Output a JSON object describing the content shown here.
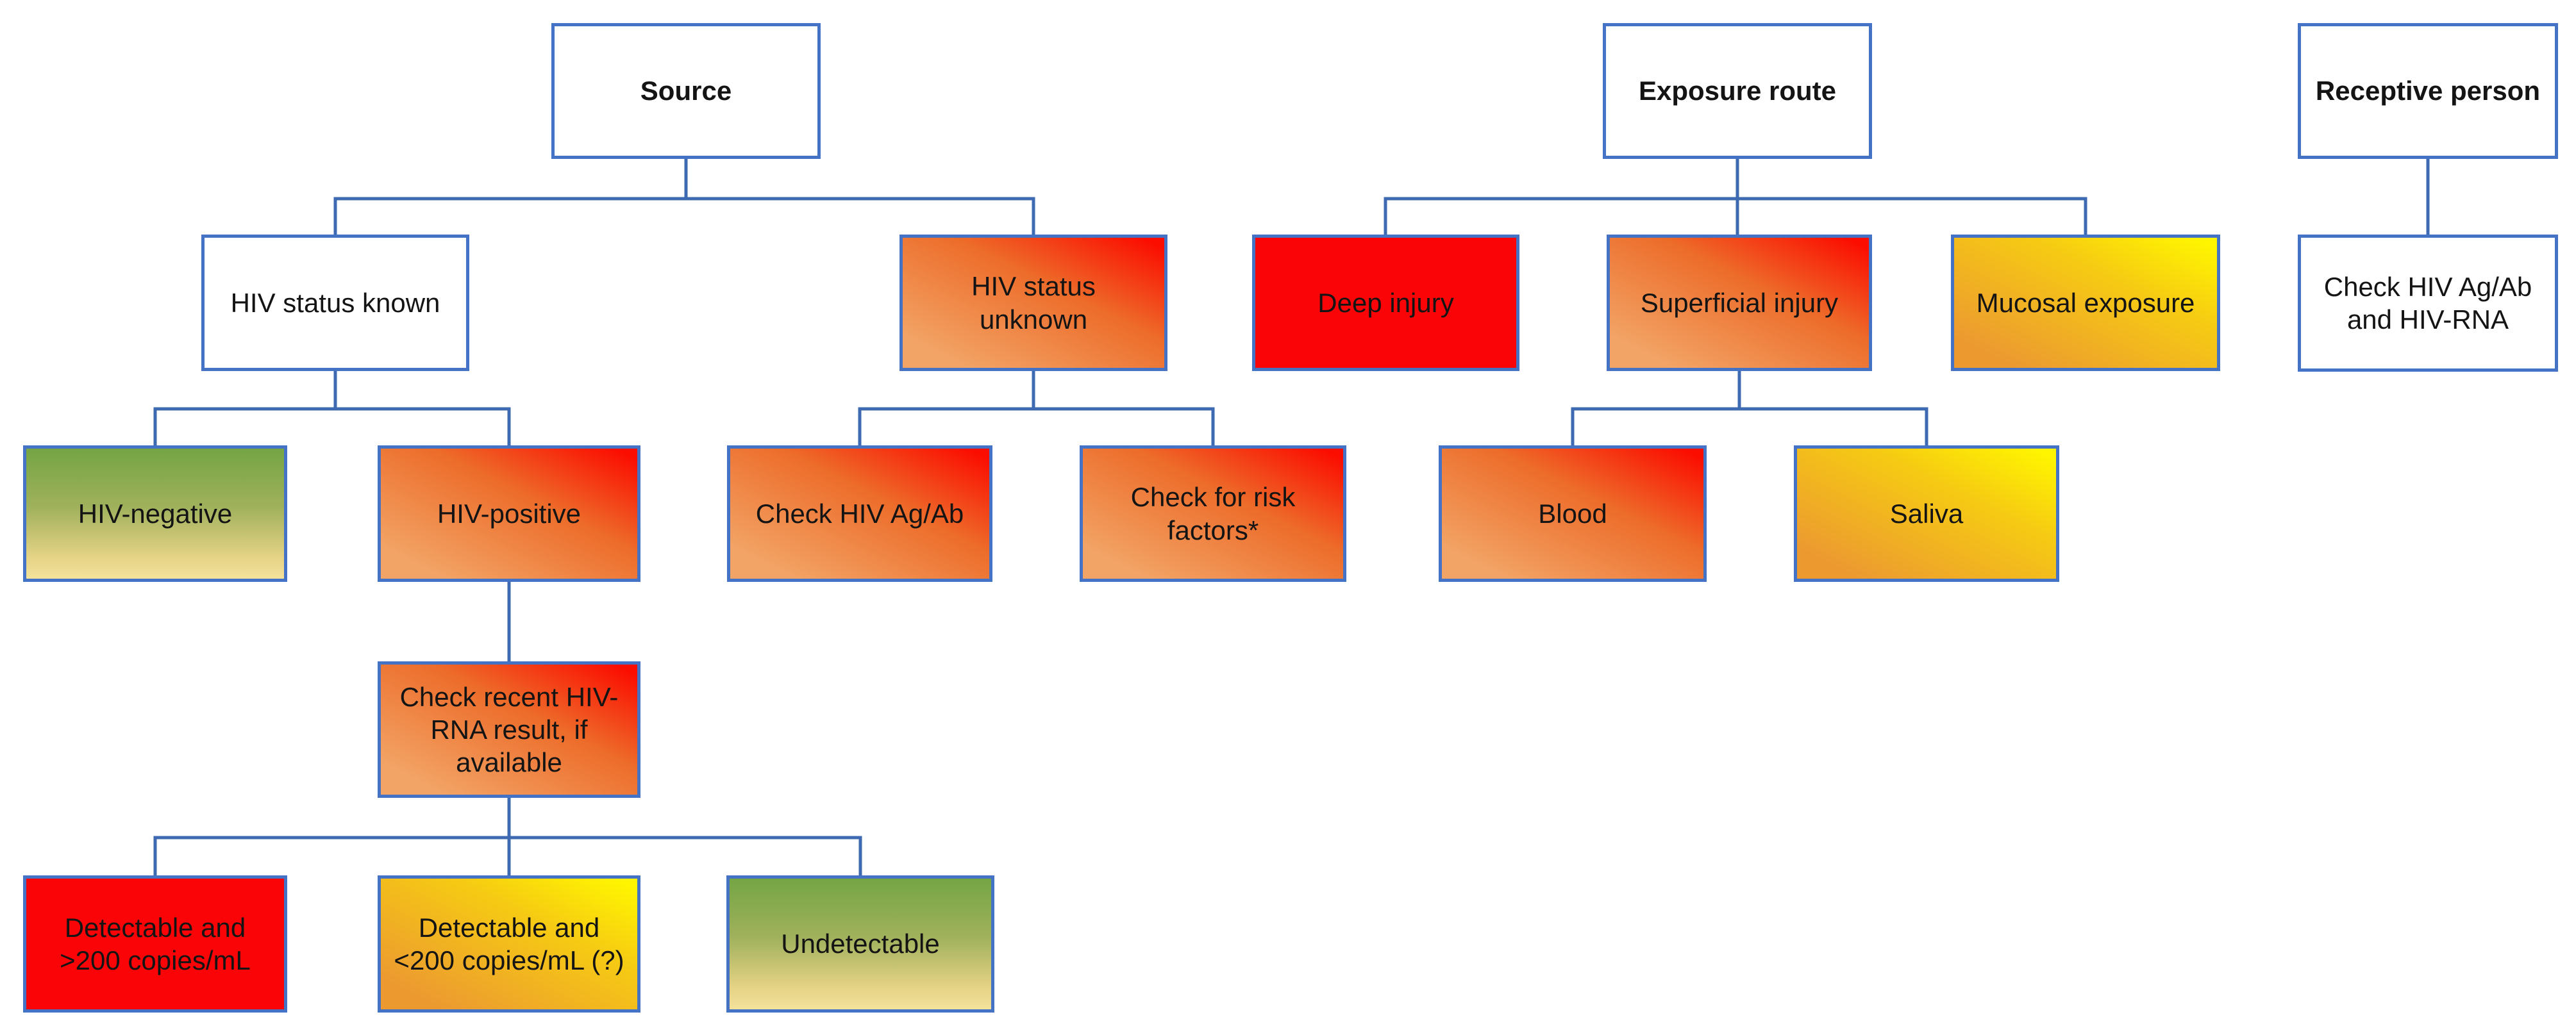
{
  "diagram": {
    "type": "flowchart",
    "background": "#FFFFFF",
    "colors": {
      "box_border": "#4472C4",
      "connector": "#3D6AB1",
      "text": "#141414",
      "solid_red": "#FB0408",
      "gradient_red_low": "#F2A466",
      "gradient_red_high": "#FB0D00",
      "gradient_yellow_low": "#EC9A30",
      "gradient_yellow_high": "#FFF500",
      "gradient_green_top": "#74A544",
      "gradient_green_bottom": "#F4E29C",
      "white_fill": "#FFFFFF"
    }
  },
  "nodes": {
    "source": {
      "label": "Source"
    },
    "exposure_route": {
      "label": "Exposure route"
    },
    "receptive_person": {
      "label": "Receptive person"
    },
    "hiv_status_known": {
      "label": "HIV status known"
    },
    "hiv_status_unknown": {
      "label": "HIV status\nunknown"
    },
    "deep_injury": {
      "label": "Deep injury"
    },
    "superficial_injury": {
      "label": "Superficial injury"
    },
    "mucosal_exposure": {
      "label": "Mucosal exposure"
    },
    "check_agab_rna": {
      "label": "Check HIV Ag/Ab\nand HIV-RNA"
    },
    "hiv_negative": {
      "label": "HIV-negative"
    },
    "hiv_positive": {
      "label": "HIV-positive"
    },
    "check_hiv_agab": {
      "label": "Check HIV Ag/Ab"
    },
    "check_risk_factors": {
      "label": "Check for risk\nfactors*"
    },
    "blood": {
      "label": "Blood"
    },
    "saliva": {
      "label": "Saliva"
    },
    "check_recent_rna": {
      "label": "Check recent HIV-\nRNA result, if\navailable"
    },
    "detectable_high": {
      "label": "Detectable and\n>200 copies/mL"
    },
    "detectable_low": {
      "label": "Detectable and\n<200 copies/mL (?)"
    },
    "undetectable": {
      "label": "Undetectable"
    }
  }
}
